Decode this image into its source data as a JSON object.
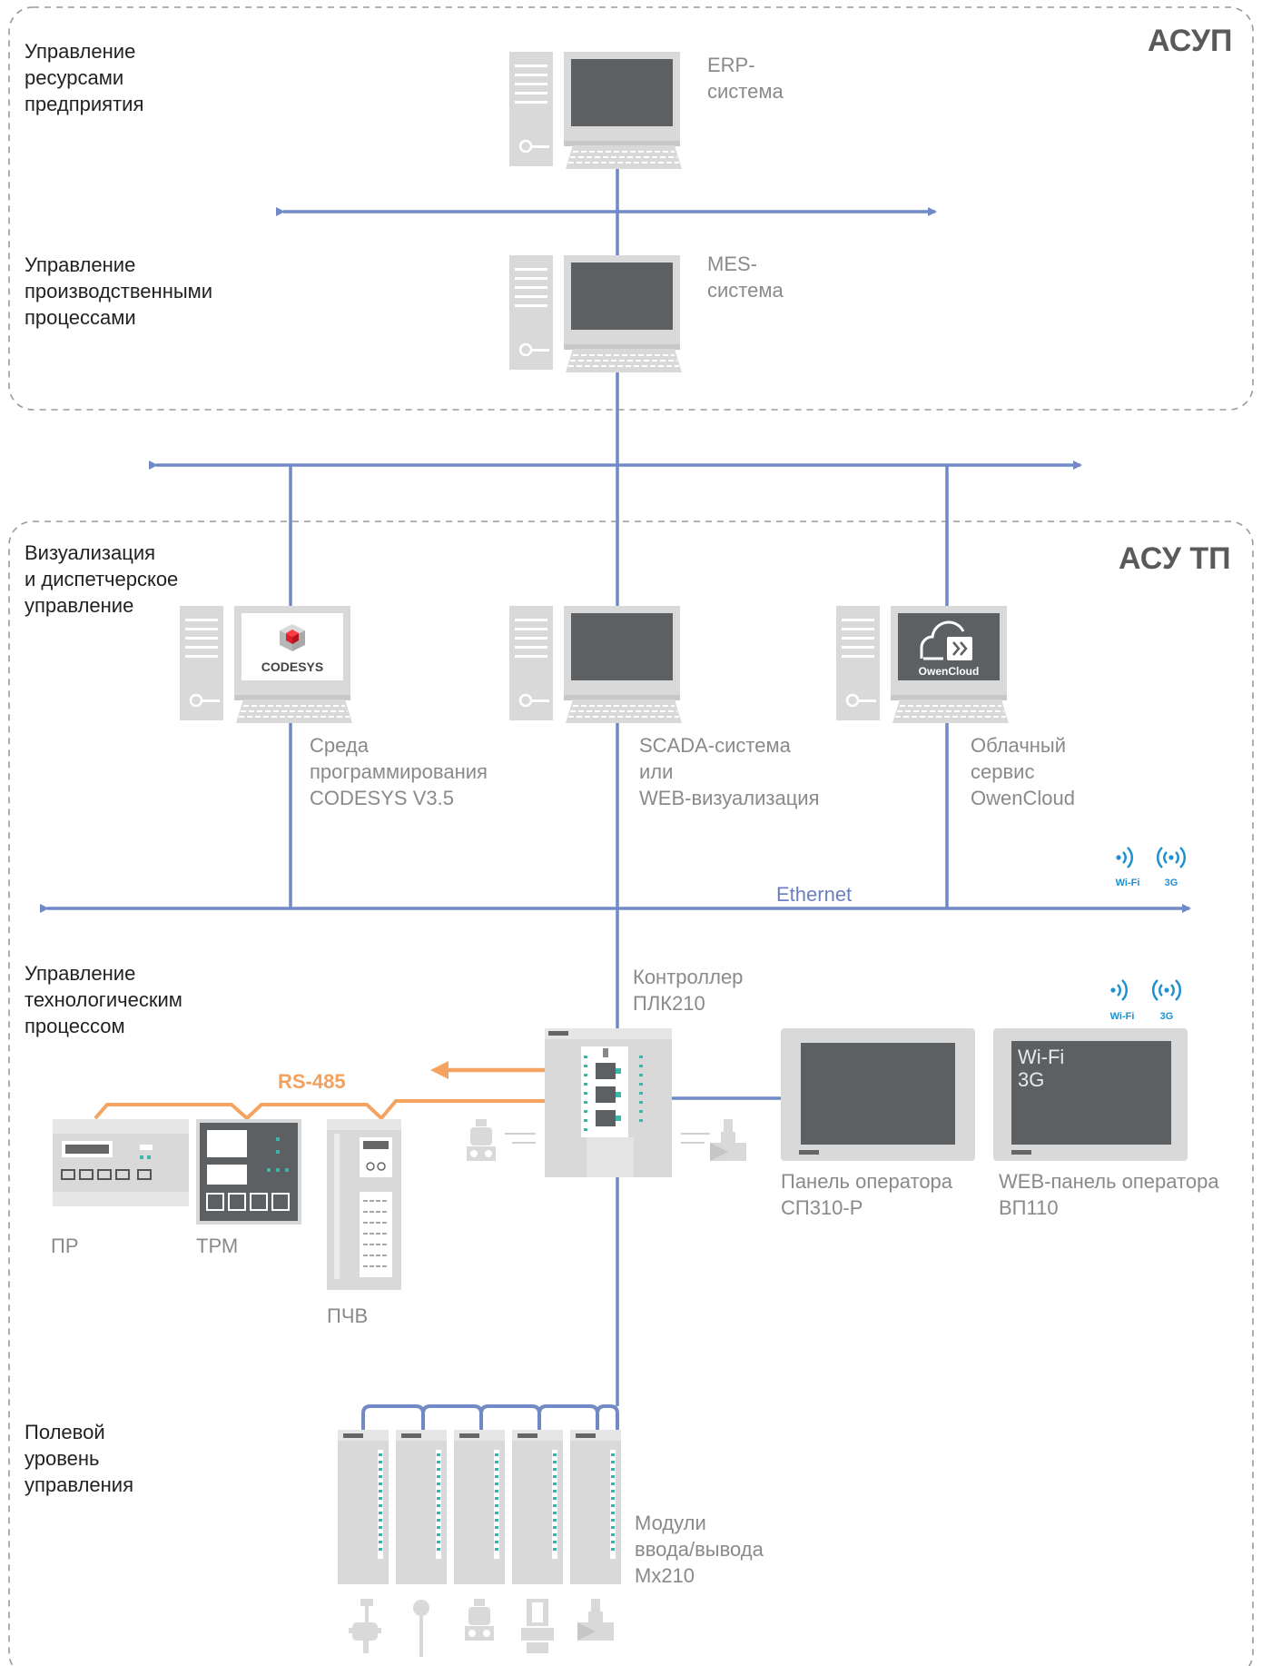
{
  "zones": {
    "top": {
      "tag": "АСУП"
    },
    "bottom": {
      "tag": "АСУ ТП"
    }
  },
  "levels": {
    "erp_level": "Управление\nресурсами\nпредприятия",
    "mes_level": "Управление\nпроизводственными\nпроцессами",
    "visual_level": "Визуализация\nи диспетчерское\nуправление",
    "tech_level": "Управление\nтехнологическим\nпроцессом",
    "field_level": "Полевой\nуровень\nуправления"
  },
  "devices": {
    "erp": "ERP-\nсистема",
    "mes": "MES-\nсистема",
    "codesys": "Среда\nпрограммирования\nCODESYS V3.5",
    "scada": "SCADA-система\nили\nWEB-визуализация",
    "cloud": "Облачный\nсервис\nOwenCloud",
    "plc": "Контроллер\nПЛК210",
    "sp310": "Панель оператора\nСП310-Р",
    "vp110": "WEB-панель оператора\nВП110",
    "pr": "ПР",
    "trm": "ТРМ",
    "pchv": "ПЧВ",
    "io": "Модули\nввода/вывода\nМх210"
  },
  "buses": {
    "ethernet": "Ethernet",
    "rs485": "RS-485"
  },
  "wireless": {
    "wifi": "Wi-Fi",
    "g3": "3G",
    "vp110_screen": "Wi-Fi\n3G"
  },
  "logos": {
    "codesys": "CODESYS",
    "owencloud": "OwenCloud"
  },
  "colors": {
    "bus_blue": "#7189c6",
    "rs485_orange": "#f4a460",
    "device_gray": "#d4d4d4",
    "screen_dark": "#5d6062",
    "zone_border": "#9a9a9a",
    "wireless_blue": "#1f8fcf"
  }
}
